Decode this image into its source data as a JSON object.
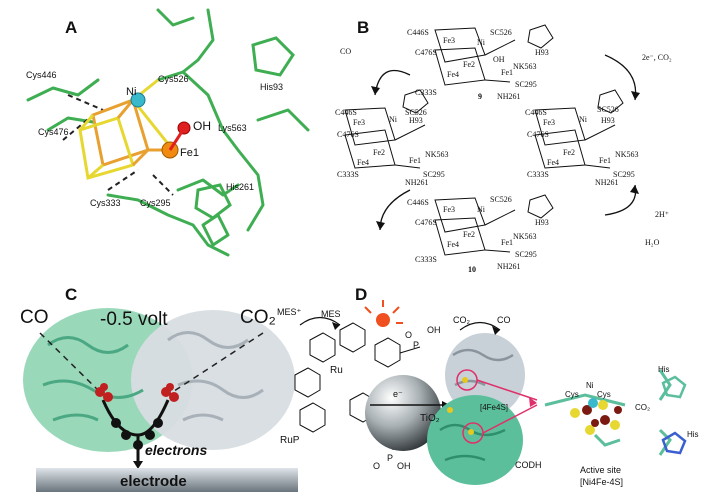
{
  "panel_a": {
    "label": "A",
    "atoms": {
      "cys446": "Cys446",
      "cys476": "Cys476",
      "ni": "Ni",
      "cys526": "Cys526",
      "his93": "His93",
      "lys563": "Lys563",
      "oh": "OH",
      "fe1": "Fe1",
      "his261": "His261",
      "cys333": "Cys333",
      "cys295": "Cys295"
    }
  },
  "panel_b": {
    "label": "B",
    "co": "CO",
    "reagent_right": "2e⁻, CO₂",
    "reagent_bottom_right": "2H⁺",
    "h2o": "H₂O",
    "compound_9": "9",
    "compound_10": "10",
    "fe3": "Fe3",
    "fe2": "Fe2",
    "fe4": "Fe4",
    "fe1": "Fe1",
    "ni": "Ni",
    "sc526": "SC526",
    "sc295": "SC295",
    "c446s": "C446S",
    "c476s": "C476S",
    "c333s": "C333S",
    "nk563": "NK563",
    "nh261": "NH261",
    "h93": "H93",
    "oh": "OH"
  },
  "panel_c": {
    "label": "C",
    "co": "CO",
    "voltage": "-0.5 volt",
    "co2": "CO₂",
    "electrons": "electrons",
    "electrode": "electrode"
  },
  "panel_d": {
    "label": "D",
    "mes_plus": "MES⁺",
    "mes": "MES",
    "ru": "Ru",
    "oh": "OH",
    "p": "P",
    "o": "O",
    "e_minus": "e⁻",
    "tio2": "TiO₂",
    "rup": "RuP",
    "co2": "CO₂",
    "co": "CO",
    "fe4s4": "[4Fe4S]",
    "codh": "CODH",
    "active_site_1": "Active site",
    "active_site_2": "[Ni4Fe-4S]",
    "his": "His",
    "cys": "Cys",
    "ni": "Ni",
    "co2_site": "CO₂"
  },
  "colors": {
    "protein_green": "#3fae52",
    "cluster_orange": "#e8a030",
    "sulfur_yellow": "#e6d830",
    "nickel_cyan": "#3ab8cc",
    "iron_orange": "#f08a10",
    "oxygen_red": "#e02020",
    "codh_teal": "#5cbf9c",
    "codh_gray": "#c8d0d8",
    "his_blue": "#3b5fd0"
  }
}
